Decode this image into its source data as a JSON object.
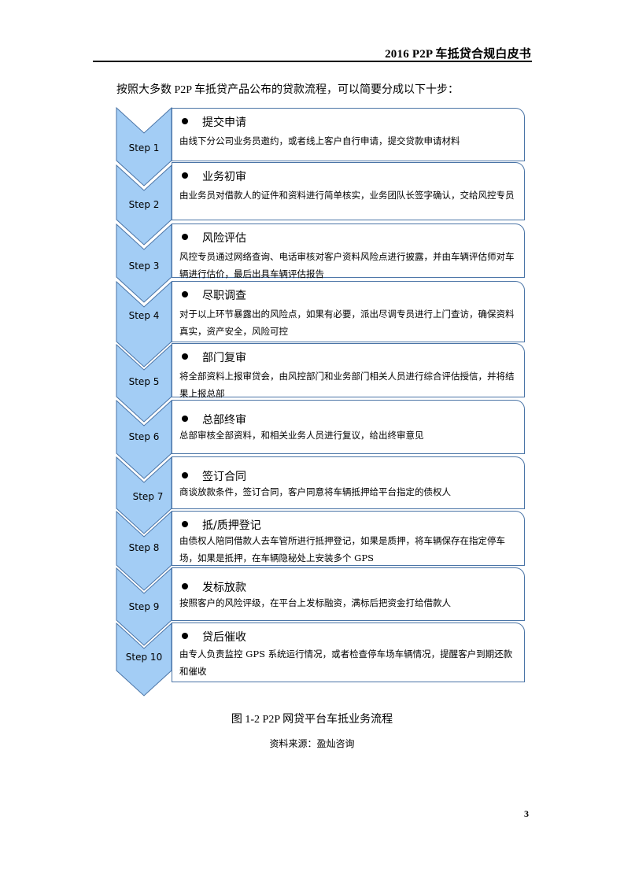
{
  "header": {
    "title": "2016 P2P 车抵贷合规白皮书"
  },
  "intro": "按照大多数 P2P 车抵贷产品公布的贷款流程，可以简要分成以下十步：",
  "colors": {
    "chevron_fill": "#a3cdf5",
    "chevron_stroke": "#4a74a6",
    "box_border": "#4a74a6"
  },
  "steps": [
    {
      "label": "Step 1",
      "title": "提交申请",
      "desc": "由线下分公司业务员邀约，或者线上客户自行申请，提交贷款申请材料"
    },
    {
      "label": "Step 2",
      "title": "业务初审",
      "desc": "由业务员对借款人的证件和资料进行简单核实，业务团队长签字确认，交给风控专员"
    },
    {
      "label": "Step 3",
      "title": "风险评估",
      "desc": "风控专员通过网络查询、电话审核对客户资料风险点进行披露，并由车辆评估师对车辆进行估价，最后出具车辆评估报告"
    },
    {
      "label": "Step 4",
      "title": "尽职调查",
      "desc": "对于以上环节暴露出的风险点，如果有必要，派出尽调专员进行上门查访，确保资料真实，资产安全，风险可控"
    },
    {
      "label": "Step 5",
      "title": "部门复审",
      "desc": "将全部资料上报审贷会，由风控部门和业务部门相关人员进行综合评估授信，并将结果上报总部"
    },
    {
      "label": "Step 6",
      "title": "总部终审",
      "desc": "总部审核全部资料，和相关业务人员进行复议，给出终审意见"
    },
    {
      "label": "Step 7",
      "title": "签订合同",
      "desc": "商谈放款条件，签订合同，客户同意将车辆抵押给平台指定的债权人"
    },
    {
      "label": "Step 8",
      "title": "抵/质押登记",
      "desc": "由债权人陪同借款人去车管所进行抵押登记，如果是质押，将车辆保存在指定停车场，如果是抵押，在车辆隐秘处上安装多个 GPS"
    },
    {
      "label": "Step 9",
      "title": "发标放款",
      "desc": "按照客户的风险评级，在平台上发标融资，满标后把资金打给借款人"
    },
    {
      "label": "Step 10",
      "title": "贷后催收",
      "desc": "由专人负责监控 GPS 系统运行情况，或者检查停车场车辆情况，提醒客户到期还款和催收"
    }
  ],
  "figure": {
    "caption": "图 1-2   P2P 网贷平台车抵业务流程",
    "source": "资料来源：盈灿咨询"
  },
  "page_number": "3"
}
